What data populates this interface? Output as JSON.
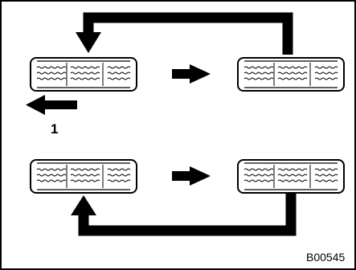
{
  "diagram": {
    "front_marker_label": "1",
    "figure_code": "B00545"
  },
  "tires": [
    {
      "id": "top-left"
    },
    {
      "id": "top-right"
    },
    {
      "id": "bottom-left"
    },
    {
      "id": "bottom-right"
    }
  ]
}
